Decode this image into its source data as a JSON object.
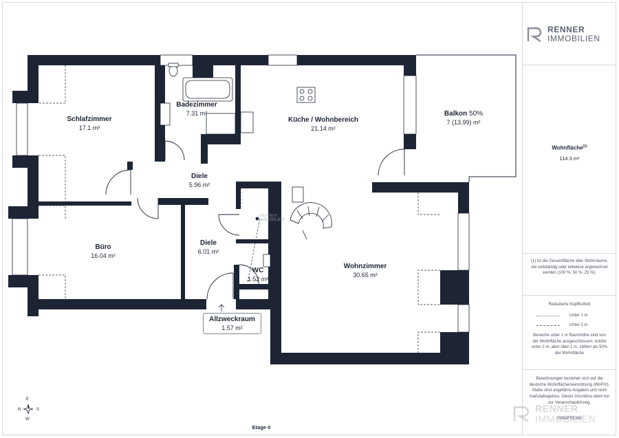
{
  "brand": {
    "line1": "RENNER",
    "line2": "IMMOBILIEN"
  },
  "rooms": [
    {
      "name": "Schlafzimmer",
      "area": "17.1 m²"
    },
    {
      "name": "Badezimmer",
      "area": "7.31 m²"
    },
    {
      "name": "Küche / Wohnbereich",
      "area": "21.14 m²"
    },
    {
      "name": "Balkon",
      "name_suffix": " 50%",
      "area": "7 (13.99) m²"
    },
    {
      "name": "Diele",
      "area": "5.96 m²"
    },
    {
      "name": "Büro",
      "area": "16.04 m²"
    },
    {
      "name": "Diele",
      "area": "6.01 m²"
    },
    {
      "name": "WC",
      "area": "1.52 m²"
    },
    {
      "name": "Wohnzimmer",
      "area": "30.65 m²"
    },
    {
      "name": "Allzweckraum",
      "area": "1.57 m²"
    }
  ],
  "sidebar": {
    "wohnflaeche_label": "Wohnfläche",
    "wohnflaeche_mark": "(1)",
    "wohnflaeche_value": "114.3 m²",
    "footnote": "(1) ist die Gesamtfläche aller Wohnräume, die vollständig oder teilweise angerechnet werden (100 %, 50 %, 25 %).",
    "kopffreiheit_title": "Reduzierte Kopffreiheit",
    "legend_1": "Unter 1 m",
    "legend_2": "Unter 2 m",
    "kopffreiheit_desc": "Bereiche unter 1 m Raumhöhe sind von der Wohnfläche ausgeschlossen; solche unter 2 m, aber über 1 m, zählen als 50% der Wohnfläche",
    "calc_note": "Berechnungen beziehen sich auf die deutsche Wohnflächenverordnung (WoFlV). Maße sind ungefähre Angaben und nicht maßstabsgetreu. Dieser Grundriss dient nur zur Veranschaulichung.",
    "giraffe": "GIRAFFE360"
  },
  "compass": {
    "e": "E",
    "n": "N",
    "s": "S",
    "w": "W"
  },
  "floor_label": "Etage 0",
  "colors": {
    "wall": "#1d2535",
    "brand_gray": "#5b6171",
    "line": "#7f8590"
  }
}
